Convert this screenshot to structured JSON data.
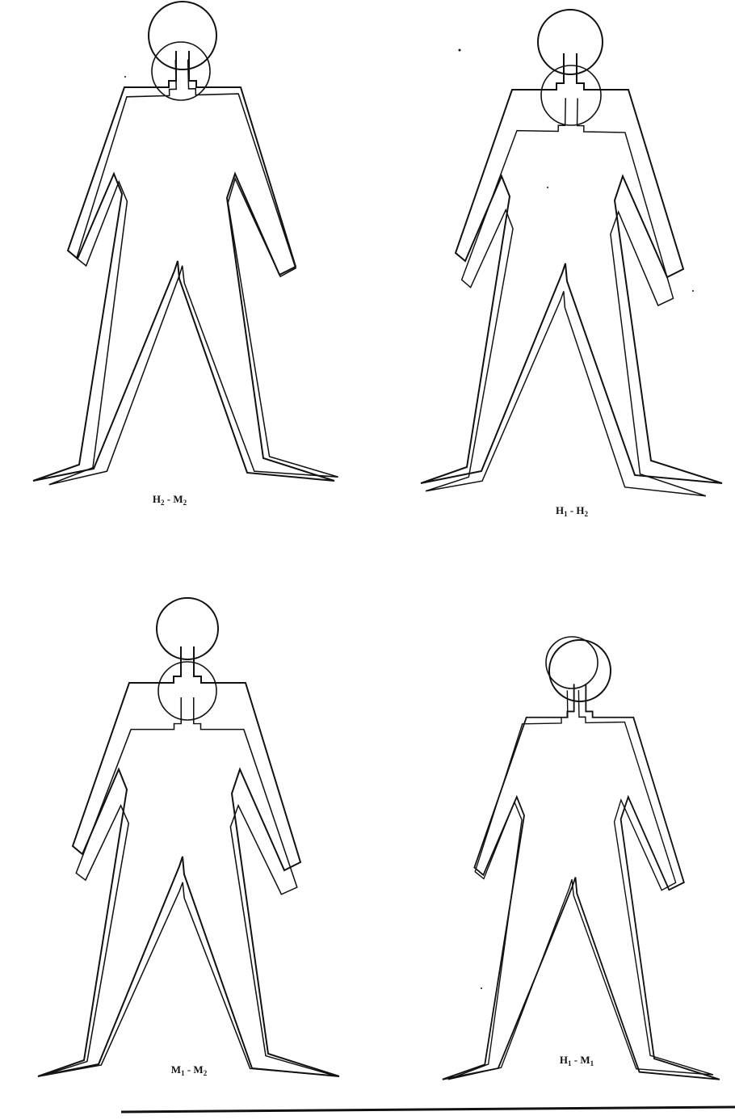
{
  "panels": [
    {
      "id": "top-left",
      "caption": {
        "main_a": "H",
        "sub_a": "2",
        "separator": " - ",
        "main_b": "M",
        "sub_b": "2"
      }
    },
    {
      "id": "top-right",
      "caption": {
        "main_a": "H",
        "sub_a": "1",
        "separator": " - ",
        "main_b": "H",
        "sub_b": "2"
      }
    },
    {
      "id": "bottom-left",
      "caption": {
        "main_a": "M",
        "sub_a": "1",
        "separator": " - ",
        "main_b": "M",
        "sub_b": "2"
      }
    },
    {
      "id": "bottom-right",
      "caption": {
        "main_a": "H",
        "sub_a": "1",
        "separator": " - ",
        "main_b": "M",
        "sub_b": "1"
      }
    }
  ]
}
